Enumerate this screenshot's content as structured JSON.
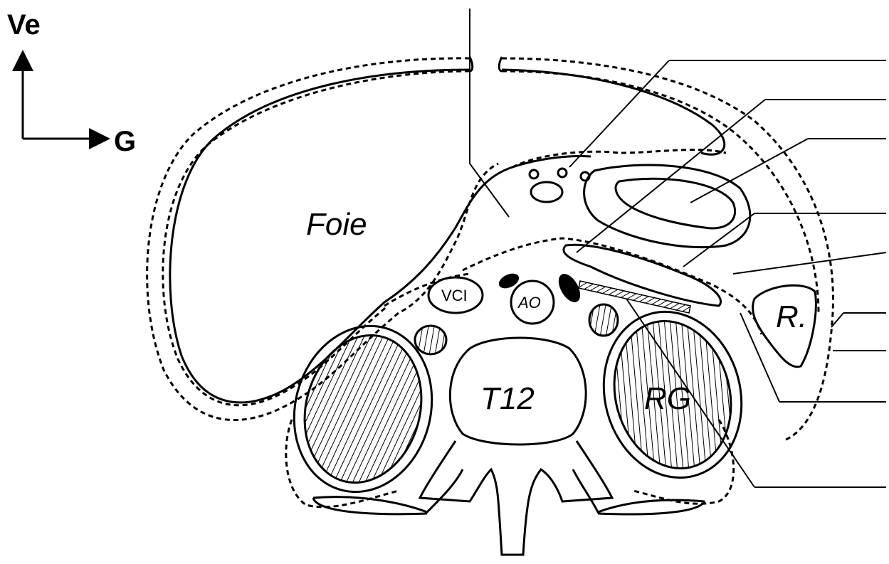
{
  "orientation": {
    "ventral_label": "Ve",
    "left_label": "G"
  },
  "labels": {
    "liver": "Foie",
    "ivc": "VCI",
    "aorta": "AO",
    "vertebra": "T12",
    "kidney": "RG",
    "spleen": "R."
  },
  "colors": {
    "stroke": "#000000",
    "background": "#ffffff"
  }
}
